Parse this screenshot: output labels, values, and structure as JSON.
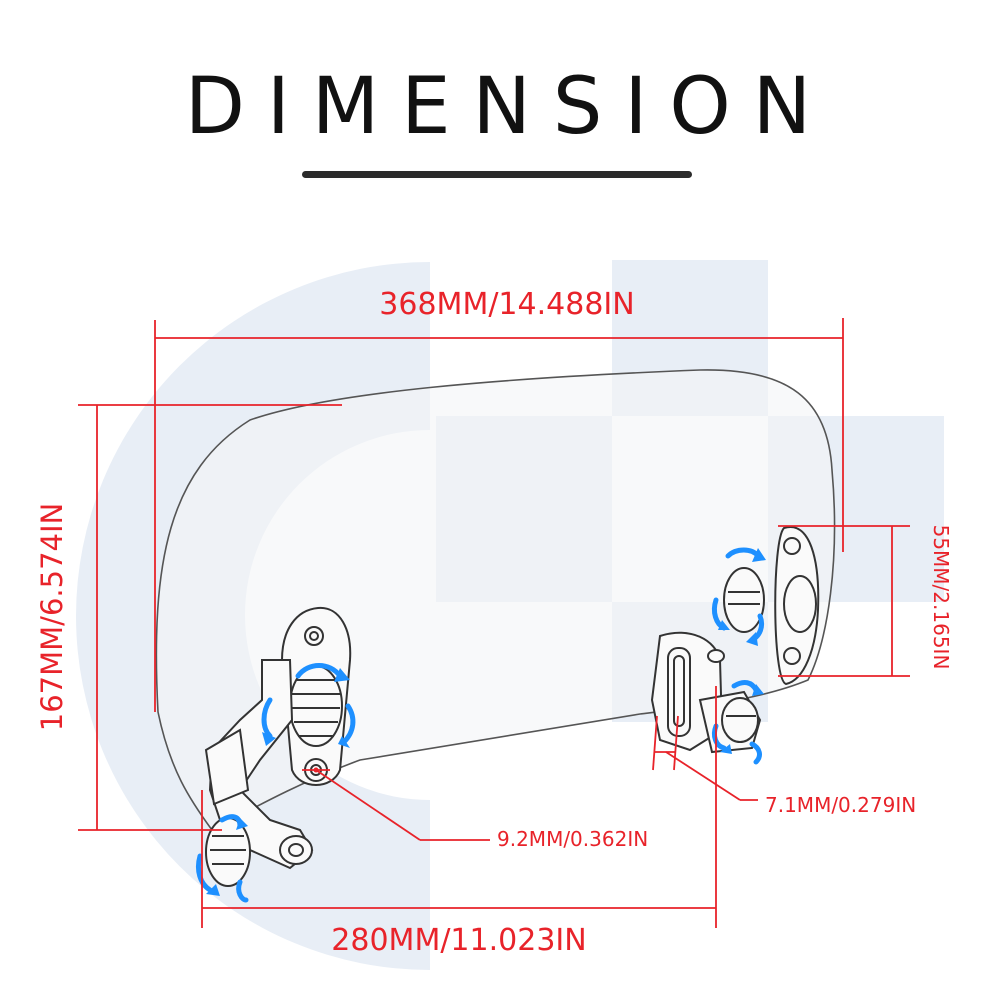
{
  "title": "DIMENSION",
  "colors": {
    "dimension_line": "#e8232a",
    "outline": "#555555",
    "rotation_arrow": "#1e90ff",
    "watermark": "#e8eef6"
  },
  "dimensions": {
    "total_width": "368MM/14.488IN",
    "total_height": "167MM/6.574IN",
    "clamp_height": "55MM/2.165IN",
    "slot_width": "7.1MM/0.279IN",
    "hole_diameter": "9.2MM/0.362IN",
    "mount_spacing": "280MM/11.023IN"
  }
}
